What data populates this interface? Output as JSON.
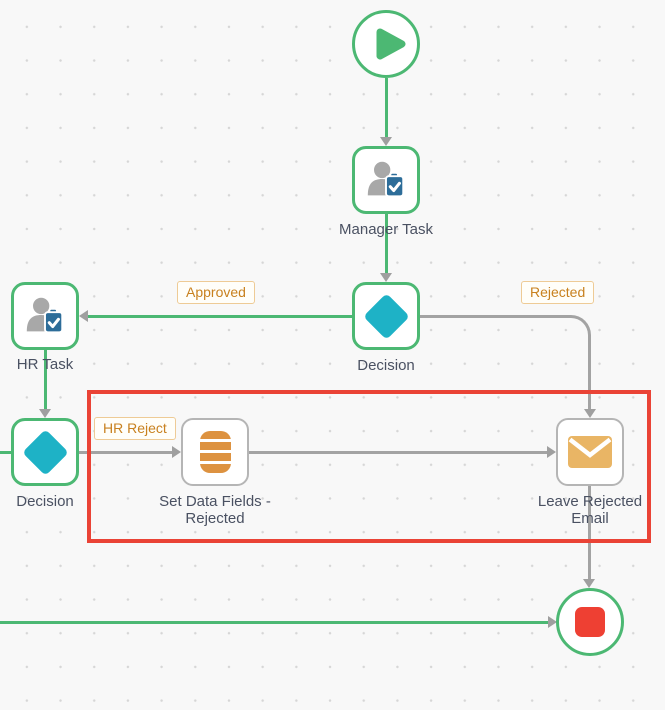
{
  "app": {
    "view": "workflow-designer-canvas"
  },
  "colors": {
    "green": "#4cb873",
    "teal": "#1eb2c6",
    "gray_line": "#a3a3a3",
    "gray_arrow": "#9f9f9f",
    "orange": "#dd9240",
    "envelope": "#e9b565",
    "clipboard_blue": "#2d6d99",
    "person_gray": "#a8a8a8",
    "red": "#ee4033",
    "highlight": "#ea4336",
    "label_orange": "#c8811f",
    "badge_border": "#eecb96",
    "text": "#4a5162"
  },
  "nodes": {
    "start": {
      "icon": "play-icon"
    },
    "manager_task": {
      "label": "Manager Task",
      "icon": "user-check-icon"
    },
    "decision1": {
      "label": "Decision",
      "icon": "decision-diamond-icon"
    },
    "hr_task": {
      "label": "HR Task",
      "icon": "user-check-icon"
    },
    "decision2": {
      "label": "Decision",
      "icon": "decision-diamond-icon"
    },
    "set_data_fields": {
      "label": "Set Data Fields - Rejected",
      "icon": "data-fields-icon"
    },
    "leave_rejected_email": {
      "label": "Leave Rejected Email",
      "icon": "email-icon"
    },
    "end": {
      "icon": "stop-icon"
    }
  },
  "edge_labels": {
    "approved": "Approved",
    "rejected": "Rejected",
    "hr_reject": "HR Reject"
  }
}
